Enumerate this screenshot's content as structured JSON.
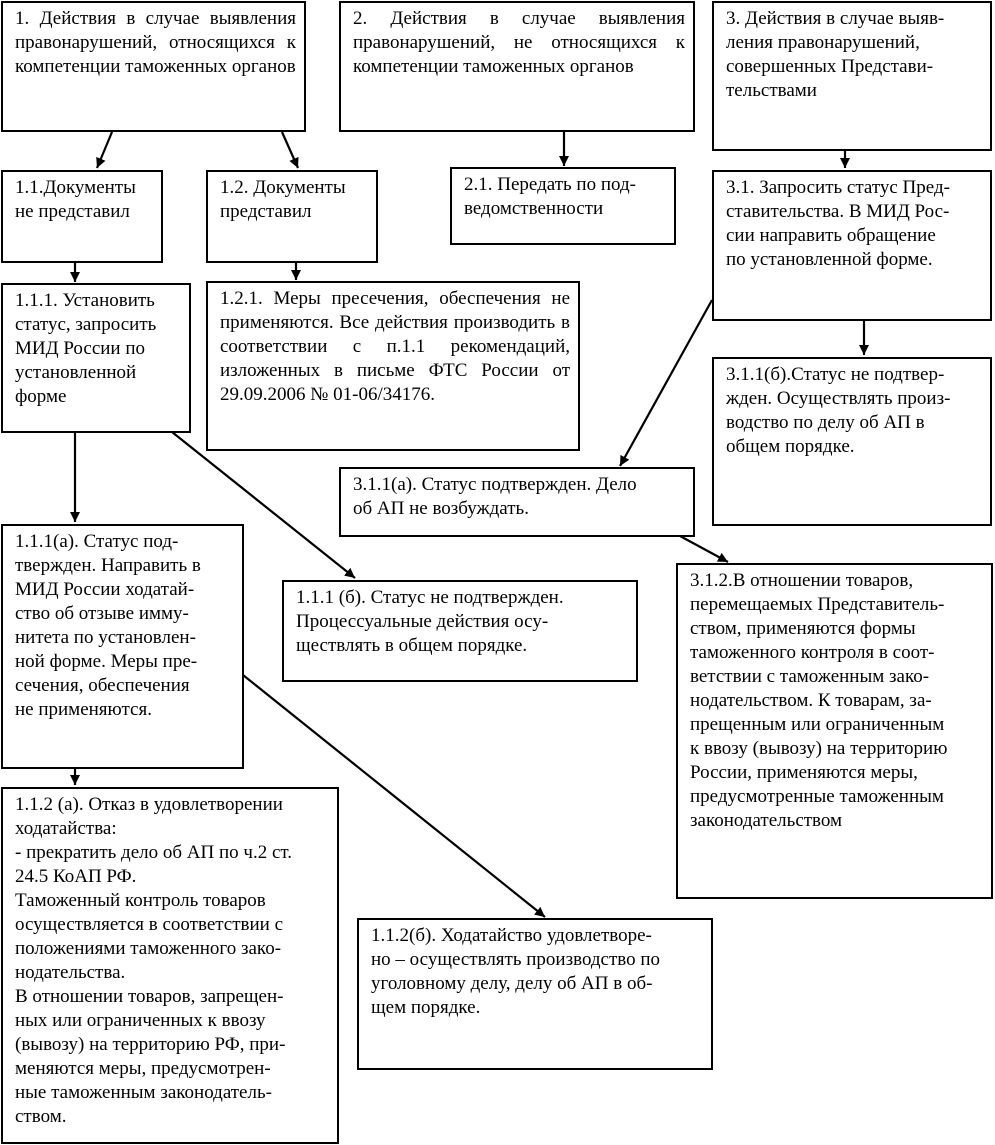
{
  "diagram": {
    "nodes": [
      {
        "id": "n1",
        "text": "1. Действия в случае выявления правонарушений, относящихся к компетенции таможенных органов"
      },
      {
        "id": "n2",
        "text": "2. Действия в случае выявления правонарушений, не относящихся к компетенции таможенных органов"
      },
      {
        "id": "n3",
        "text": "3. Действия в случае выяв-\nления правонарушений,\nсовершенных Представи-\nтельствами"
      },
      {
        "id": "n1_1",
        "text": "1.1.Документы\nне представил"
      },
      {
        "id": "n1_2",
        "text": "1.2. Документы\nпредставил"
      },
      {
        "id": "n2_1",
        "text": "2.1. Передать по под-\nведомственности"
      },
      {
        "id": "n3_1",
        "text": "3.1. Запросить статус Пред-\nставительства. В МИД Рос-\nсии направить обращение\nпо установленной форме."
      },
      {
        "id": "n1_1_1",
        "text": "1.1.1. Установить\nстатус, запросить\nМИД России по\nустановленной\nформе"
      },
      {
        "id": "n1_2_1",
        "text": "1.2.1. Меры пресечения, обеспечения не применяются. Все действия производить в соответствии с п.1.1 рекомендаций, изложенных в письме ФТС России от 29.09.2006 № 01-06/34176."
      },
      {
        "id": "n3_1_1b",
        "text": "3.1.1(б).Статус не подтвер-\nжден. Осуществлять произ-\nводство по делу об АП в\nобщем порядке."
      },
      {
        "id": "n3_1_1a",
        "text": "3.1.1(а). Статус подтвержден. Дело\nоб АП не возбуждать."
      },
      {
        "id": "n1_1_1a",
        "text": "1.1.1(а). Статус под-\nтвержден. Направить в\nМИД России ходатай-\nство об отзыве иммy-\nнитета по установлен-\nной форме. Меры пре-\nсечения, обеспечения\nне применяются."
      },
      {
        "id": "n1_1_1b",
        "text": "1.1.1 (б). Статус не подтвержден.\nПроцессуальные действия осу-\nществлять в общем порядке."
      },
      {
        "id": "n3_1_2",
        "text": "3.1.2.В отношении товаров,\nперемещаемых Представитель-\nством, применяются формы\nтаможенного контроля в соот-\nветствии с таможенным зако-\nнодательством. К товарам, за-\nпрещенным или ограниченным\nк ввозу (вывозу) на территорию\nРоссии, применяются меры,\nпредусмотренные таможенным\nзаконодательством"
      },
      {
        "id": "n1_1_2a",
        "text": "1.1.2 (а). Отказ в удовлетворении\nходатайства:\n- прекратить дело об АП по ч.2 ст.\n24.5 КоАП РФ.\nТаможенный контроль товаров\nосуществляется в соответствии с\nположениями таможенного зако-\nнодательства.\nВ отношении товаров, запрещен-\nных или ограниченных к ввозу\n(вывозу) на территорию РФ, при-\nменяются меры, предусмотрен-\nные таможенным законодатель-\nством."
      },
      {
        "id": "n1_1_2b",
        "text": "1.1.2(б). Ходатайство удовлетворе-\nно – осуществлять производство по\nуголовному делу, делу об АП в об-\nщем порядке."
      }
    ],
    "edges": [
      {
        "from": "n1",
        "to": "n1_1"
      },
      {
        "from": "n1",
        "to": "n1_2"
      },
      {
        "from": "n2",
        "to": "n2_1"
      },
      {
        "from": "n3",
        "to": "n3_1"
      },
      {
        "from": "n1_1",
        "to": "n1_1_1"
      },
      {
        "from": "n1_2",
        "to": "n1_2_1"
      },
      {
        "from": "n3_1",
        "to": "n3_1_1b"
      },
      {
        "from": "n3_1",
        "to": "n3_1_1a"
      },
      {
        "from": "n1_1_1",
        "to": "n1_1_1a"
      },
      {
        "from": "n1_1_1",
        "to": "n1_1_1b"
      },
      {
        "from": "n3_1_1a",
        "to": "n3_1_2"
      },
      {
        "from": "n1_1_1a",
        "to": "n1_1_2a"
      },
      {
        "from": "n1_1_1a",
        "to": "n1_1_2b"
      }
    ]
  }
}
